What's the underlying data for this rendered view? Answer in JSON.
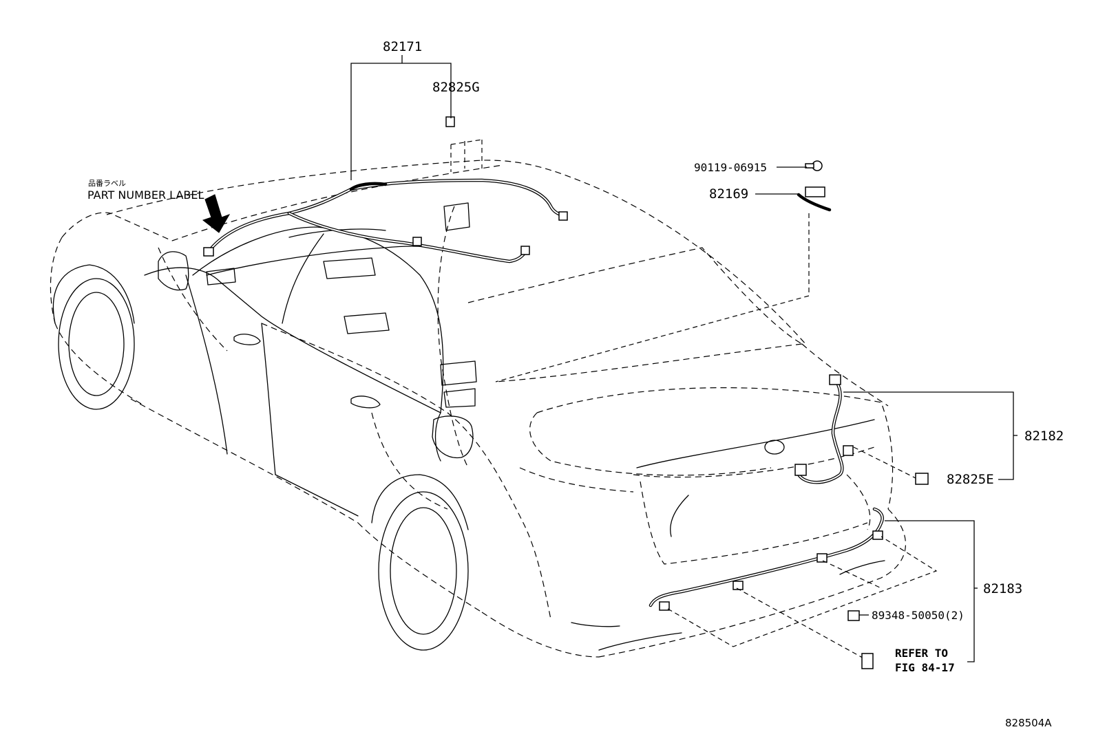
{
  "labels": {
    "part_82171": "82171",
    "part_82825G": "82825G",
    "part_90119": "90119-06915",
    "part_82169": "82169",
    "part_82182": "82182",
    "part_82825E": "82825E",
    "part_82183": "82183",
    "part_89348": "89348-50050(2)",
    "refer_line1": "REFER TO",
    "refer_line2": "FIG 84-17",
    "part_number_label_jp": "品番ラベル",
    "part_number_label": "PART NUMBER LABEL",
    "figure_id": "828504A"
  }
}
